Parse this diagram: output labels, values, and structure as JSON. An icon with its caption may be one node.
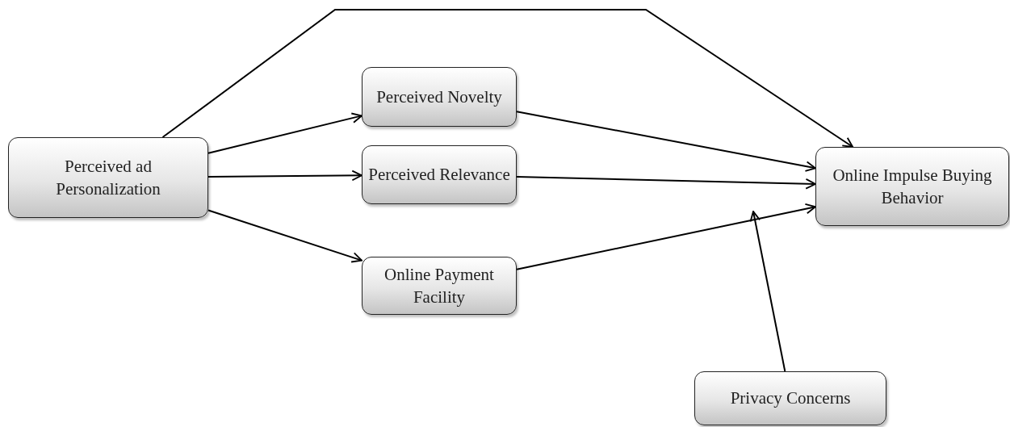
{
  "diagram": {
    "nodes": [
      {
        "text": [
          "Perceived ad Personalization"
        ]
      },
      {
        "text": [
          "Perceived Novelty"
        ]
      },
      {
        "text": [
          "Perceived Relevance"
        ]
      },
      {
        "text": [
          "Online Payment Facility"
        ]
      },
      {
        "text": [
          "Online Impulse Buying Behavior"
        ]
      },
      {
        "text": [
          "Privacy Concerns"
        ]
      }
    ],
    "edges": [
      {
        "from": 0,
        "to": 1,
        "arrow": "to"
      },
      {
        "from": 0,
        "to": 2,
        "arrow": "to"
      },
      {
        "from": 0,
        "to": 3,
        "arrow": "to"
      },
      {
        "from": 1,
        "to": 4,
        "arrow": "to"
      },
      {
        "from": 2,
        "to": 4,
        "arrow": "to"
      },
      {
        "from": 3,
        "to": 4,
        "arrow": "to"
      },
      {
        "from": 5,
        "to": null,
        "arrow": "to"
      },
      {
        "from": 0,
        "to": 4,
        "arrow": "to"
      }
    ]
  }
}
